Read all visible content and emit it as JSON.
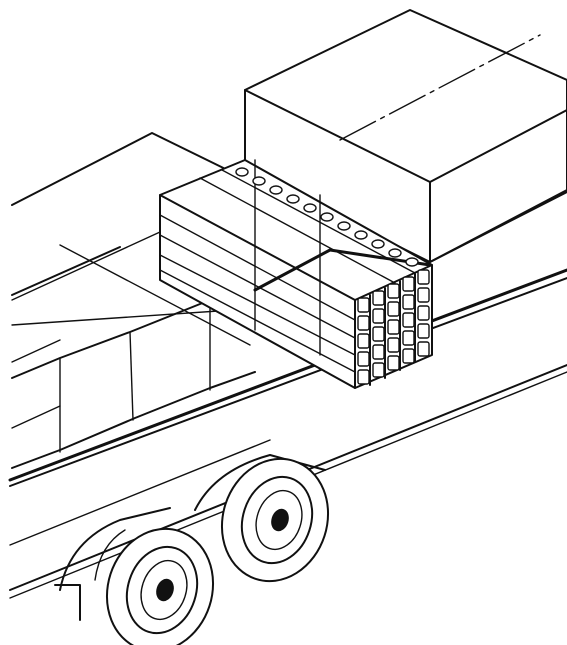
{
  "illustration": {
    "subject": "",
    "colors": {
      "ink": "#111111",
      "paper": "#ffffff"
    },
    "layers": [
      "trailer-bed",
      "cargo-block-left",
      "cargo-block-right",
      "crate-bundle",
      "wheels"
    ]
  }
}
